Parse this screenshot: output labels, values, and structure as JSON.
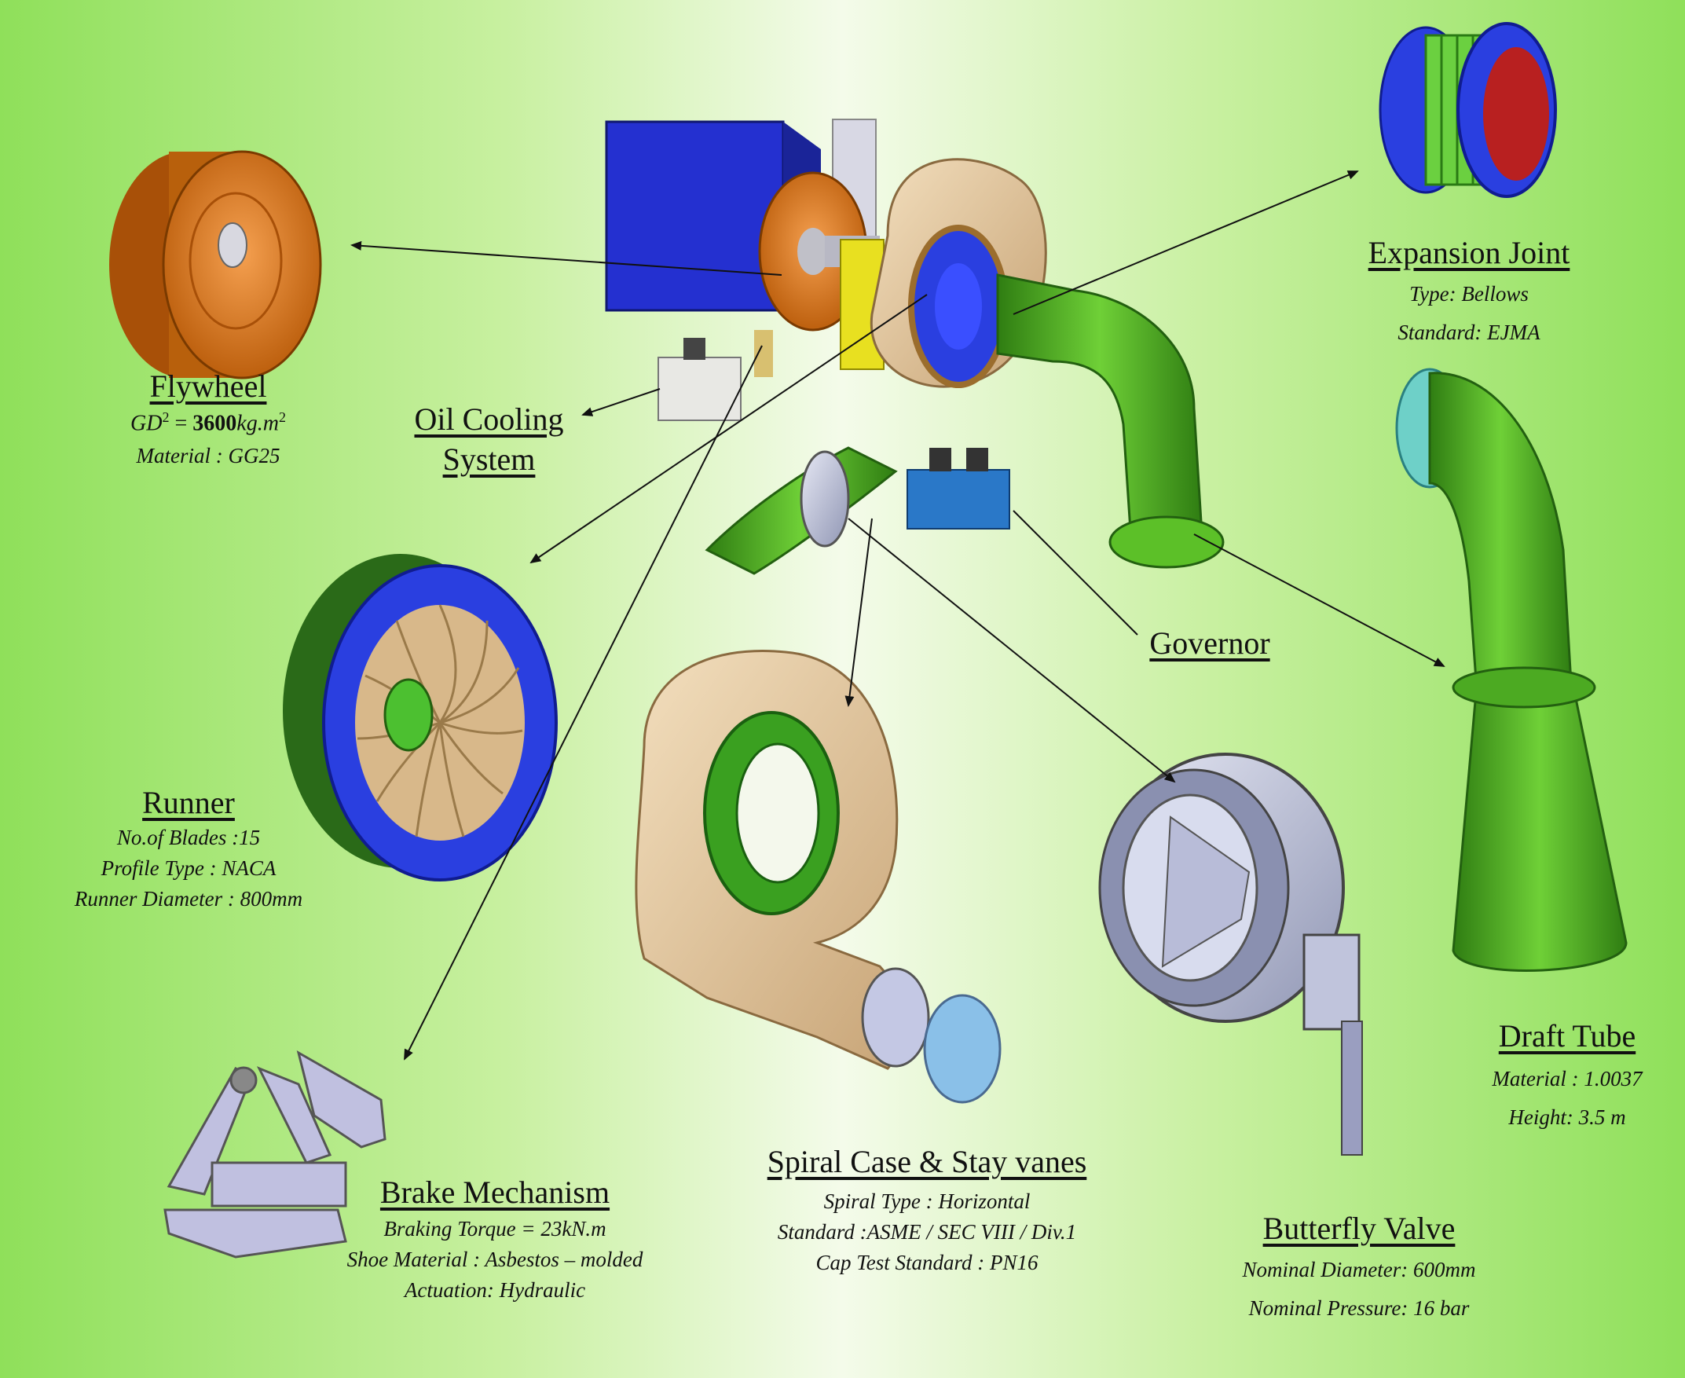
{
  "components": {
    "flywheel": {
      "title": "Flywheel",
      "gd_label": "GD",
      "gd_exp": "2",
      "gd_eq": " = ",
      "gd_value": "3600",
      "gd_unit": "kg.m",
      "gd_unit_exp": "2",
      "material": "Material : GG25"
    },
    "oil_cooling": {
      "title_line1": "Oil Cooling",
      "title_line2": "System"
    },
    "runner": {
      "title": "Runner",
      "specs": [
        "No.of Blades :15",
        "Profile Type : NACA",
        "Runner Diameter : 800mm"
      ]
    },
    "brake": {
      "title": "Brake Mechanism",
      "specs": [
        "Braking Torque = 23kN.m",
        "Shoe Material : Asbestos – molded",
        "Actuation: Hydraulic"
      ]
    },
    "spiral": {
      "title": "Spiral Case & Stay vanes",
      "specs": [
        "Spiral Type : Horizontal",
        "Standard :ASME / SEC VIII / Div.1",
        "Cap Test Standard : PN16"
      ]
    },
    "butterfly": {
      "title": "Butterfly Valve",
      "specs": [
        "Nominal Diameter: 600mm",
        "Nominal Pressure: 16 bar"
      ]
    },
    "governor": {
      "title": "Governor"
    },
    "expansion": {
      "title": "Expansion Joint",
      "specs": [
        "Type: Bellows",
        "Standard: EJMA"
      ]
    },
    "draft_tube": {
      "title": "Draft Tube",
      "specs": [
        "Material : 1.0037",
        "Height: 3.5 m"
      ]
    }
  },
  "colors": {
    "flywheel": "#e07818",
    "generator": "#2430d0",
    "pipe_green": "#4fae1f",
    "spiral_tan": "#e0c49a",
    "runner_blue": "#2a3fe0",
    "valve_grey": "#b8bccc",
    "governor_blue": "#2a78c8",
    "bellows_red": "#b82020"
  }
}
